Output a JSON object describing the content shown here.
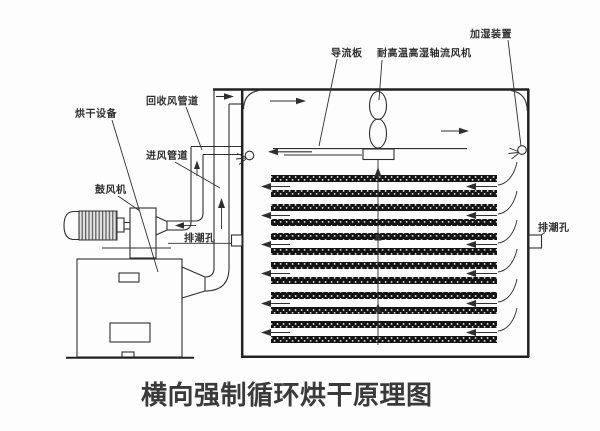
{
  "diagram": {
    "title": "横向强制循环烘干原理图",
    "labels": {
      "humidifier": "加湿装置",
      "baffle": "导流板",
      "axial_fan": "耐高温高湿轴流风机",
      "return_duct": "回收风管道",
      "dryer": "烘干设备",
      "inlet_duct": "进风管道",
      "blower": "鼓风机",
      "vent_left": "排潮孔",
      "vent_right": "排潮孔"
    },
    "colors": {
      "line": "#2f2f2f",
      "tray_fill": "#141414",
      "background": "#fdfdfd",
      "text": "#3a3a3a"
    },
    "tray_pairs": 6
  }
}
